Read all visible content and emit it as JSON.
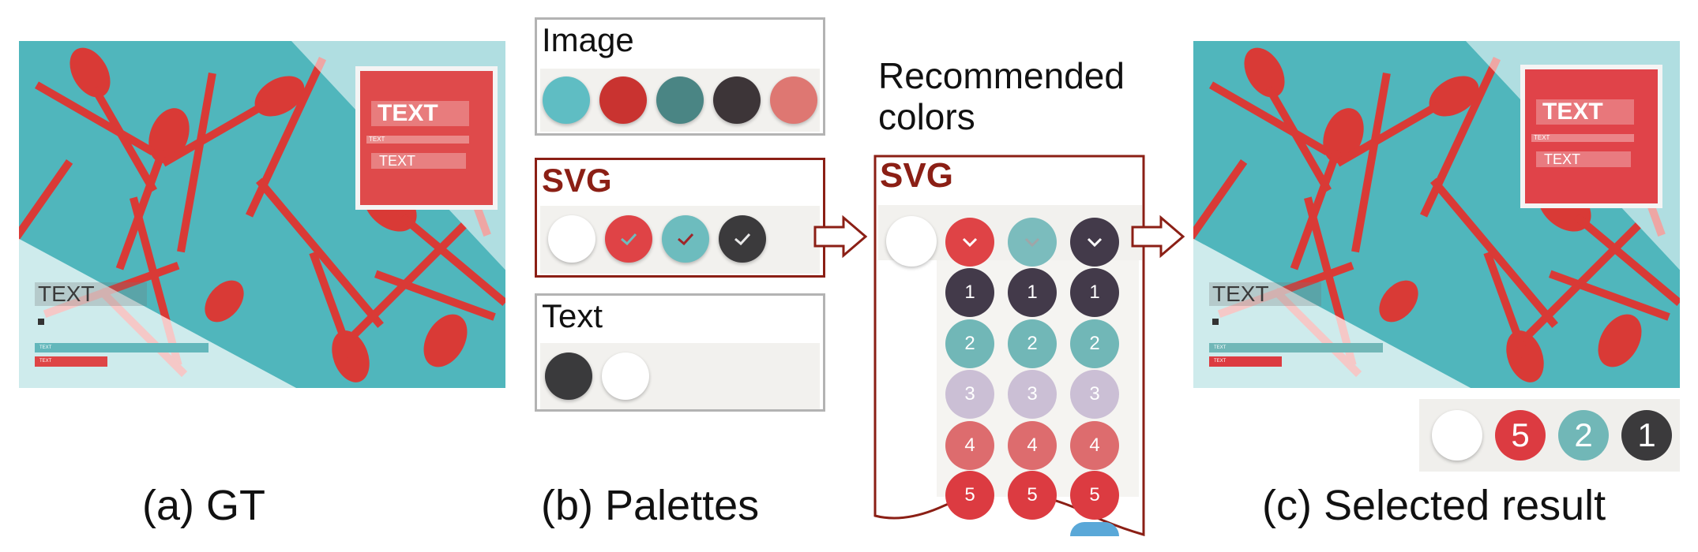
{
  "colors": {
    "teal": "#5fbdc3",
    "red": "#c93330",
    "dark_teal": "#4a8584",
    "near_black": "#3d3538",
    "salmon": "#de7772",
    "svg_red": "#df4346",
    "svg_teal": "#6dbcbe",
    "svg_dark": "#3b3a3c",
    "header_red": "#8b1f15",
    "rank1": "#433a4a",
    "rank2": "#71b7b7",
    "rank3": "#cbbfd5",
    "rank4": "#dd6c6e",
    "rank5": "#dc3b41"
  },
  "gt": {
    "title_text": "TEXT",
    "mini_text": "TEXT",
    "sub_text": "TEXT",
    "main_text": "TEXT",
    "bar_teal_text": "TEXT",
    "bar_red_text": "TEXT"
  },
  "palettes": {
    "image_label": "Image",
    "svg_label": "SVG",
    "text_label": "Text",
    "image_swatches": [
      "teal-swatch",
      "red-swatch",
      "dark-teal-swatch",
      "near-black-swatch",
      "salmon-swatch"
    ],
    "svg_swatches": [
      "white-swatch",
      "red-check-swatch",
      "teal-check-swatch",
      "dark-check-swatch"
    ],
    "text_swatches": [
      "dark-swatch",
      "white-swatch"
    ]
  },
  "recommended": {
    "label_line1": "Recommended",
    "label_line2": "colors",
    "svg_label": "SVG",
    "ranks": [
      "1",
      "2",
      "3",
      "4",
      "5"
    ]
  },
  "result": {
    "title_text": "TEXT",
    "mini_text": "TEXT",
    "sub_text": "TEXT",
    "main_text": "TEXT",
    "bar_teal_text": "TEXT",
    "bar_red_text": "TEXT",
    "legend_numbers": [
      "5",
      "2",
      "1"
    ]
  },
  "captions": {
    "gt": "(a)  GT",
    "palettes": "(b)  Palettes",
    "result": "(c) Selected result"
  }
}
